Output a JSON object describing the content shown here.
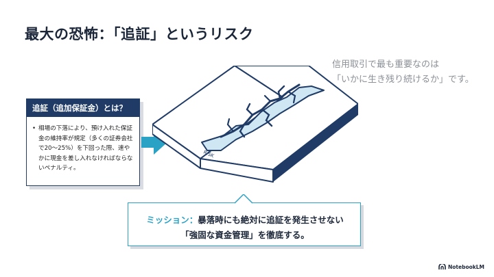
{
  "slide": {
    "title": "最大の恐怖：「追証」というリスク",
    "subtitle_line1": "信用取引で最も重要なのは",
    "subtitle_line2": "「いかに生き残り続けるか」です。"
  },
  "definition": {
    "heading": "追証（追加保証金）とは？",
    "bullet": "•",
    "body": "相場の下落により、預け入れた保証金の維持率が規定（多くの証券会社で20〜25%）を下回った際、速やかに現金を差し入れなければならないペナルティ。"
  },
  "illustration": {
    "crack_label": "RISK",
    "colors": {
      "navy": "#1f3b66",
      "crack_fill": "#cfe7f3",
      "accent": "#2aa2c5"
    }
  },
  "mission": {
    "tag": "ミッション：",
    "line1": "暴落時にも絶対に追証を発生させない",
    "line2": "「強固な資金管理」を徹底する。"
  },
  "branding": {
    "logo_icon": "notebooklm-logo-icon",
    "logo_text": "NotebookLM"
  }
}
